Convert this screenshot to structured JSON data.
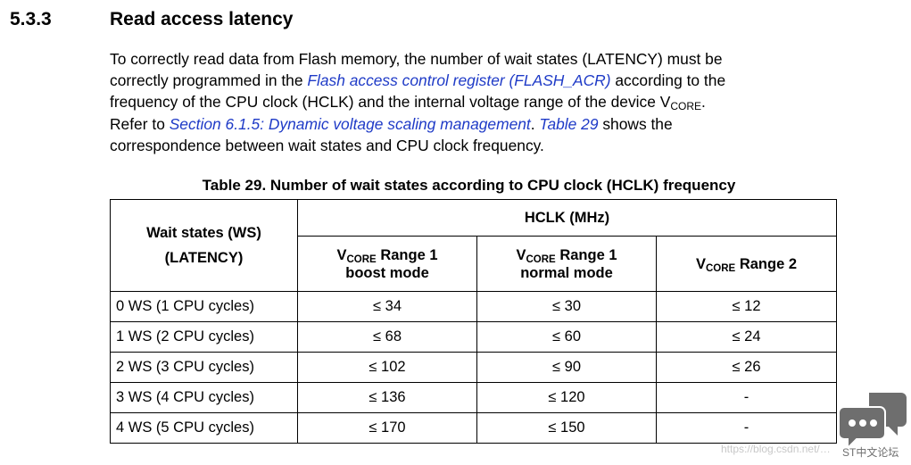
{
  "section": {
    "number": "5.3.3",
    "title": "Read access latency"
  },
  "paragraph": {
    "l1": "To correctly read data from Flash memory, the number of wait states (LATENCY) must be",
    "l2a": "correctly programmed in the ",
    "l2link": "Flash access control register (FLASH_ACR)",
    "l2b": " according to the",
    "l3a": "frequency of the CPU clock (HCLK) and the internal voltage range of the device V",
    "l3sub": "CORE",
    "l3b": ".",
    "l4a": "Refer to ",
    "l4link": "Section 6.1.5: Dynamic voltage scaling management",
    "l4b": ". ",
    "l4link2": "Table 29",
    "l4c": " shows the",
    "l5": "correspondence between wait states and CPU clock frequency."
  },
  "table": {
    "caption": "Table 29. Number of wait states according to CPU clock (HCLK) frequency",
    "head_ws_1": "Wait states (WS)",
    "head_ws_2": "(LATENCY)",
    "head_hclk": "HCLK (MHz)",
    "v_prefix": "V",
    "v_sub": "CORE",
    "col1_a": " Range 1",
    "col1_b": "boost mode",
    "col2_a": " Range 1",
    "col2_b": "normal mode",
    "col3_a": " Range 2",
    "rows": [
      {
        "ws": "0 WS (1 CPU cycles)",
        "boost": "≤ 34",
        "normal": "≤ 30",
        "range2": "≤ 12"
      },
      {
        "ws": "1 WS (2 CPU cycles)",
        "boost": "≤ 68",
        "normal": "≤ 60",
        "range2": "≤ 24"
      },
      {
        "ws": "2 WS (3 CPU cycles)",
        "boost": "≤ 102",
        "normal": "≤ 90",
        "range2": "≤ 26"
      },
      {
        "ws": "3 WS (4 CPU cycles)",
        "boost": "≤ 136",
        "normal": "≤ 120",
        "range2": "-"
      },
      {
        "ws": "4 WS (5 CPU cycles)",
        "boost": "≤ 170",
        "normal": "≤ 150",
        "range2": "-"
      }
    ]
  },
  "watermark": {
    "url": "https://blog.csdn.net/…",
    "brand": "ST中文论坛"
  },
  "colors": {
    "link": "#1f3bc7",
    "logo_gray": "#6e6e6e"
  }
}
